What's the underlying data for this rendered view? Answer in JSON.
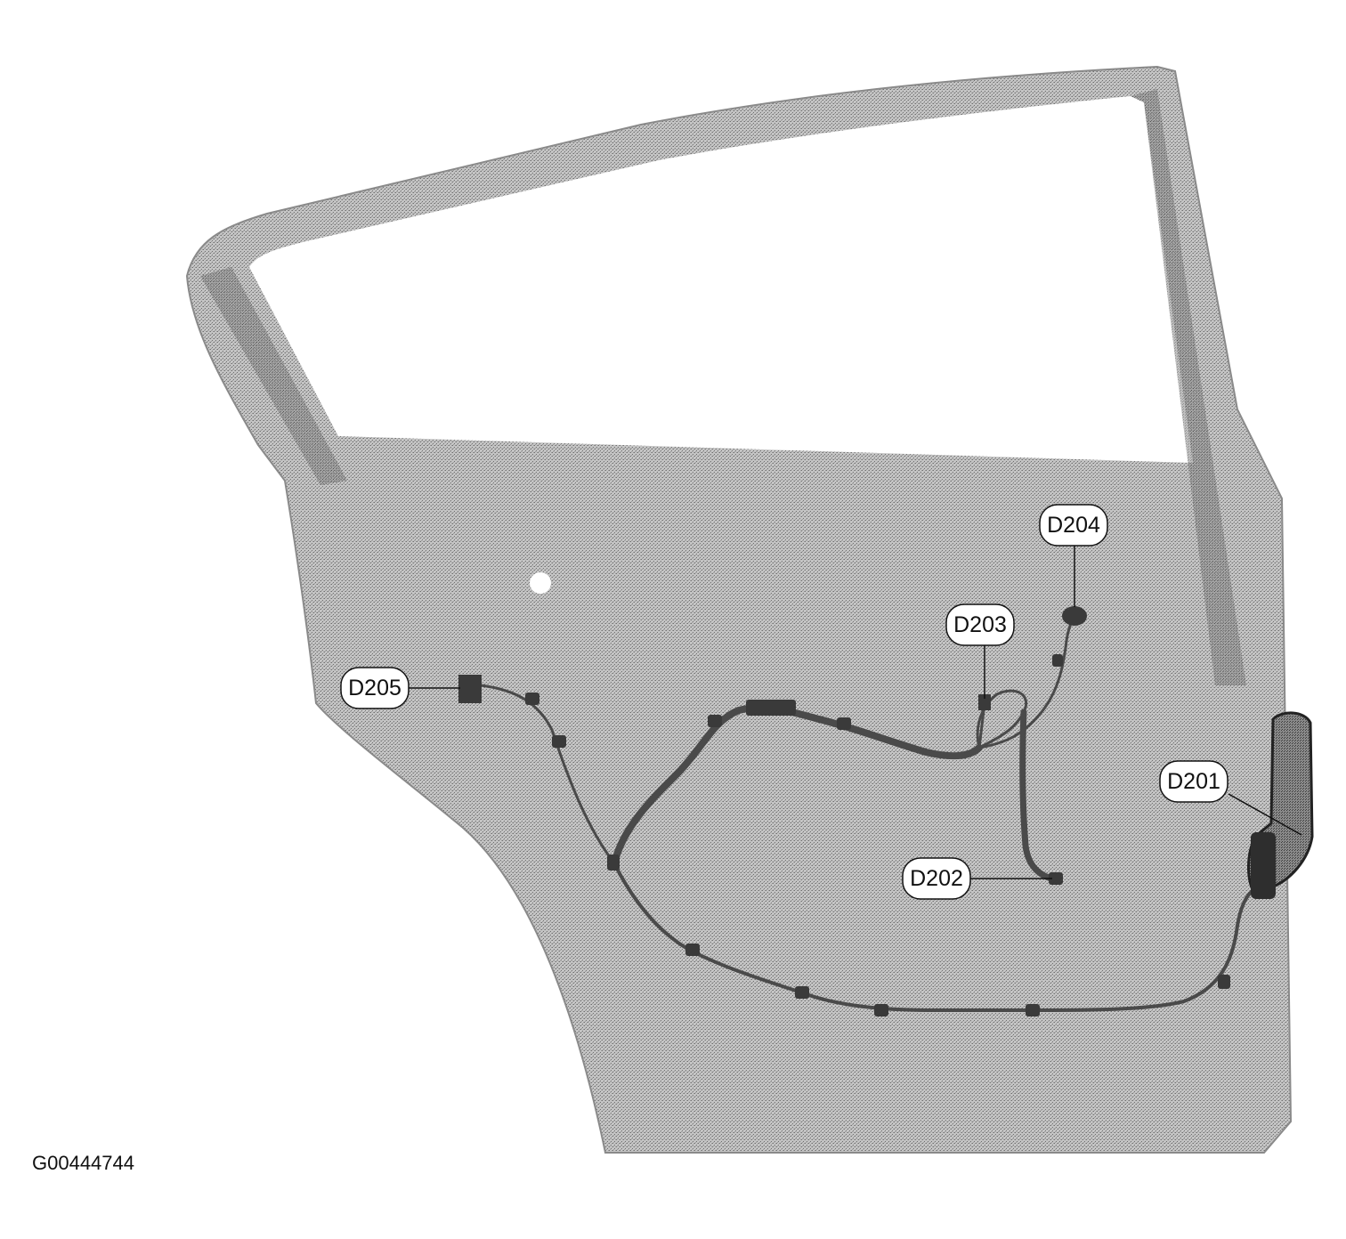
{
  "figure_id": "G00444744",
  "connectors": [
    {
      "id": "D201",
      "label": "D201"
    },
    {
      "id": "D202",
      "label": "D202"
    },
    {
      "id": "D203",
      "label": "D203"
    },
    {
      "id": "D204",
      "label": "D204"
    },
    {
      "id": "D205",
      "label": "D205"
    }
  ],
  "colors": {
    "panel_fill": "#bdbdbd",
    "panel_dots": "#7a7a7a",
    "harness": "#4a4a4a",
    "window_opening": "#ffffff"
  }
}
